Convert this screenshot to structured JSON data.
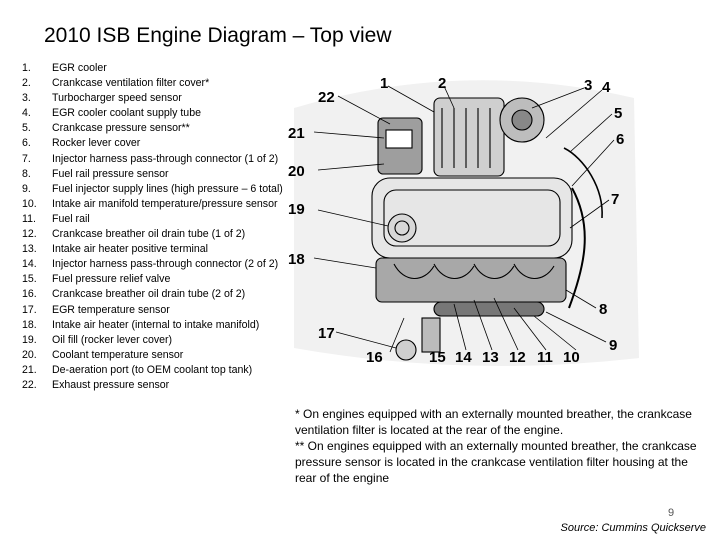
{
  "title": "2010 ISB Engine Diagram – Top view",
  "legend": [
    {
      "num": "1.",
      "text": "EGR cooler"
    },
    {
      "num": "2.",
      "text": "Crankcase ventilation filter cover*"
    },
    {
      "num": "3.",
      "text": "Turbocharger speed sensor"
    },
    {
      "num": "4.",
      "text": "EGR cooler coolant supply tube"
    },
    {
      "num": "5.",
      "text": "Crankcase pressure sensor**"
    },
    {
      "num": "6.",
      "text": "Rocker lever cover"
    },
    {
      "num": "7.",
      "text": "Injector harness pass-through connector (1 of 2)"
    },
    {
      "num": "8.",
      "text": "Fuel rail pressure sensor"
    },
    {
      "num": "9.",
      "text": "Fuel injector supply lines (high pressure – 6 total)"
    },
    {
      "num": "10.",
      "text": "Intake air manifold temperature/pressure sensor"
    },
    {
      "num": "11.",
      "text": "Fuel rail"
    },
    {
      "num": "12.",
      "text": "Crankcase breather oil drain tube (1 of 2)"
    },
    {
      "num": "13.",
      "text": "Intake air heater positive terminal"
    },
    {
      "num": "14.",
      "text": "Injector harness pass-through connector (2 of 2)"
    },
    {
      "num": "15.",
      "text": "Fuel pressure relief valve"
    },
    {
      "num": "16.",
      "text": "Crankcase breather oil drain tube (2 of 2)"
    },
    {
      "num": "17.",
      "text": "EGR temperature sensor"
    },
    {
      "num": "18.",
      "text": "Intake air heater (internal to intake manifold)"
    },
    {
      "num": "19.",
      "text": "Oil fill (rocker lever cover)"
    },
    {
      "num": "20.",
      "text": "Coolant temperature sensor"
    },
    {
      "num": "21.",
      "text": "De-aeration port (to OEM coolant top tank)"
    },
    {
      "num": "22.",
      "text": "Exhaust pressure sensor"
    }
  ],
  "diagram": {
    "callouts": [
      "1",
      "2",
      "3",
      "4",
      "5",
      "6",
      "7",
      "8",
      "9",
      "10",
      "11",
      "12",
      "13",
      "14",
      "15",
      "16",
      "17",
      "18",
      "19",
      "20",
      "21",
      "22"
    ]
  },
  "notes": [
    "* On engines equipped with an externally mounted breather, the crankcase ventilation filter is located at the rear of the engine.",
    "** On engines equipped with an externally mounted breather, the crankcase pressure sensor is located in the crankcase ventilation filter housing at the rear of the engine"
  ],
  "page_number": "9",
  "source": "Source: Cummins Quickserve"
}
